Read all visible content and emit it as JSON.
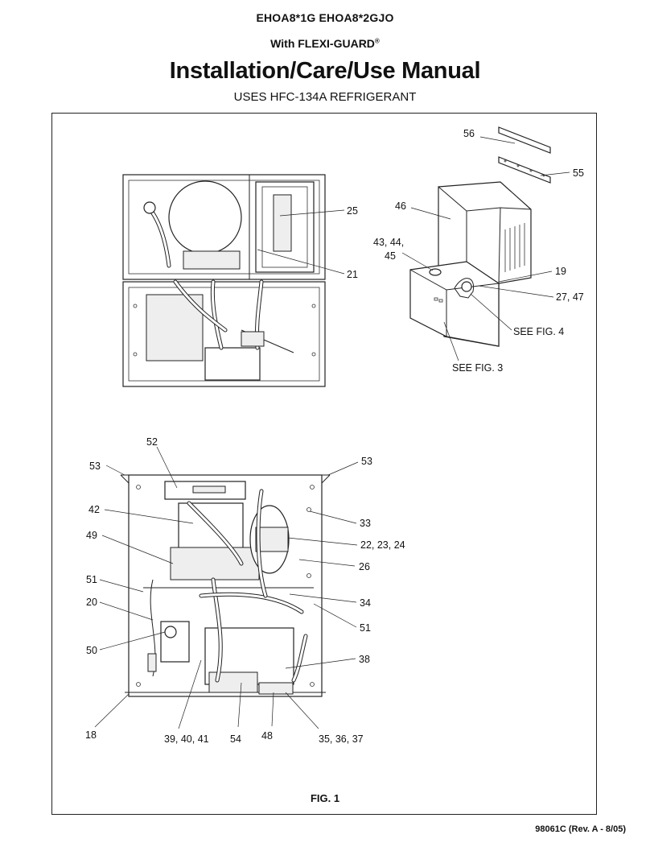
{
  "header": {
    "models": "EHOA8*1G   EHOA8*2GJO",
    "with_prefix": "With FLEXI-GUARD",
    "with_mark": "®",
    "title": "Installation/Care/Use Manual",
    "subtitle": "USES HFC-134A REFRIGERANT"
  },
  "callouts": {
    "c56": "56",
    "c55": "55",
    "c46": "46",
    "c434445a": "43, 44,",
    "c434445b": "45",
    "c19": "19",
    "c2747": "27, 47",
    "seefig4": "SEE FIG. 4",
    "seefig3": "SEE FIG. 3",
    "c25": "25",
    "c21": "21",
    "c52": "52",
    "c53l": "53",
    "c53r": "53",
    "c42": "42",
    "c33": "33",
    "c49": "49",
    "c222324": "22, 23, 24",
    "c26": "26",
    "c51l": "51",
    "c20": "20",
    "c34": "34",
    "c51r": "51",
    "c50": "50",
    "c38": "38",
    "c18": "18",
    "c394041": "39, 40, 41",
    "c54": "54",
    "c48": "48",
    "c353637": "35, 36, 37"
  },
  "figure": {
    "caption": "FIG. 1"
  },
  "footer": {
    "doc_number": "98061C (Rev. A - 8/05)"
  }
}
